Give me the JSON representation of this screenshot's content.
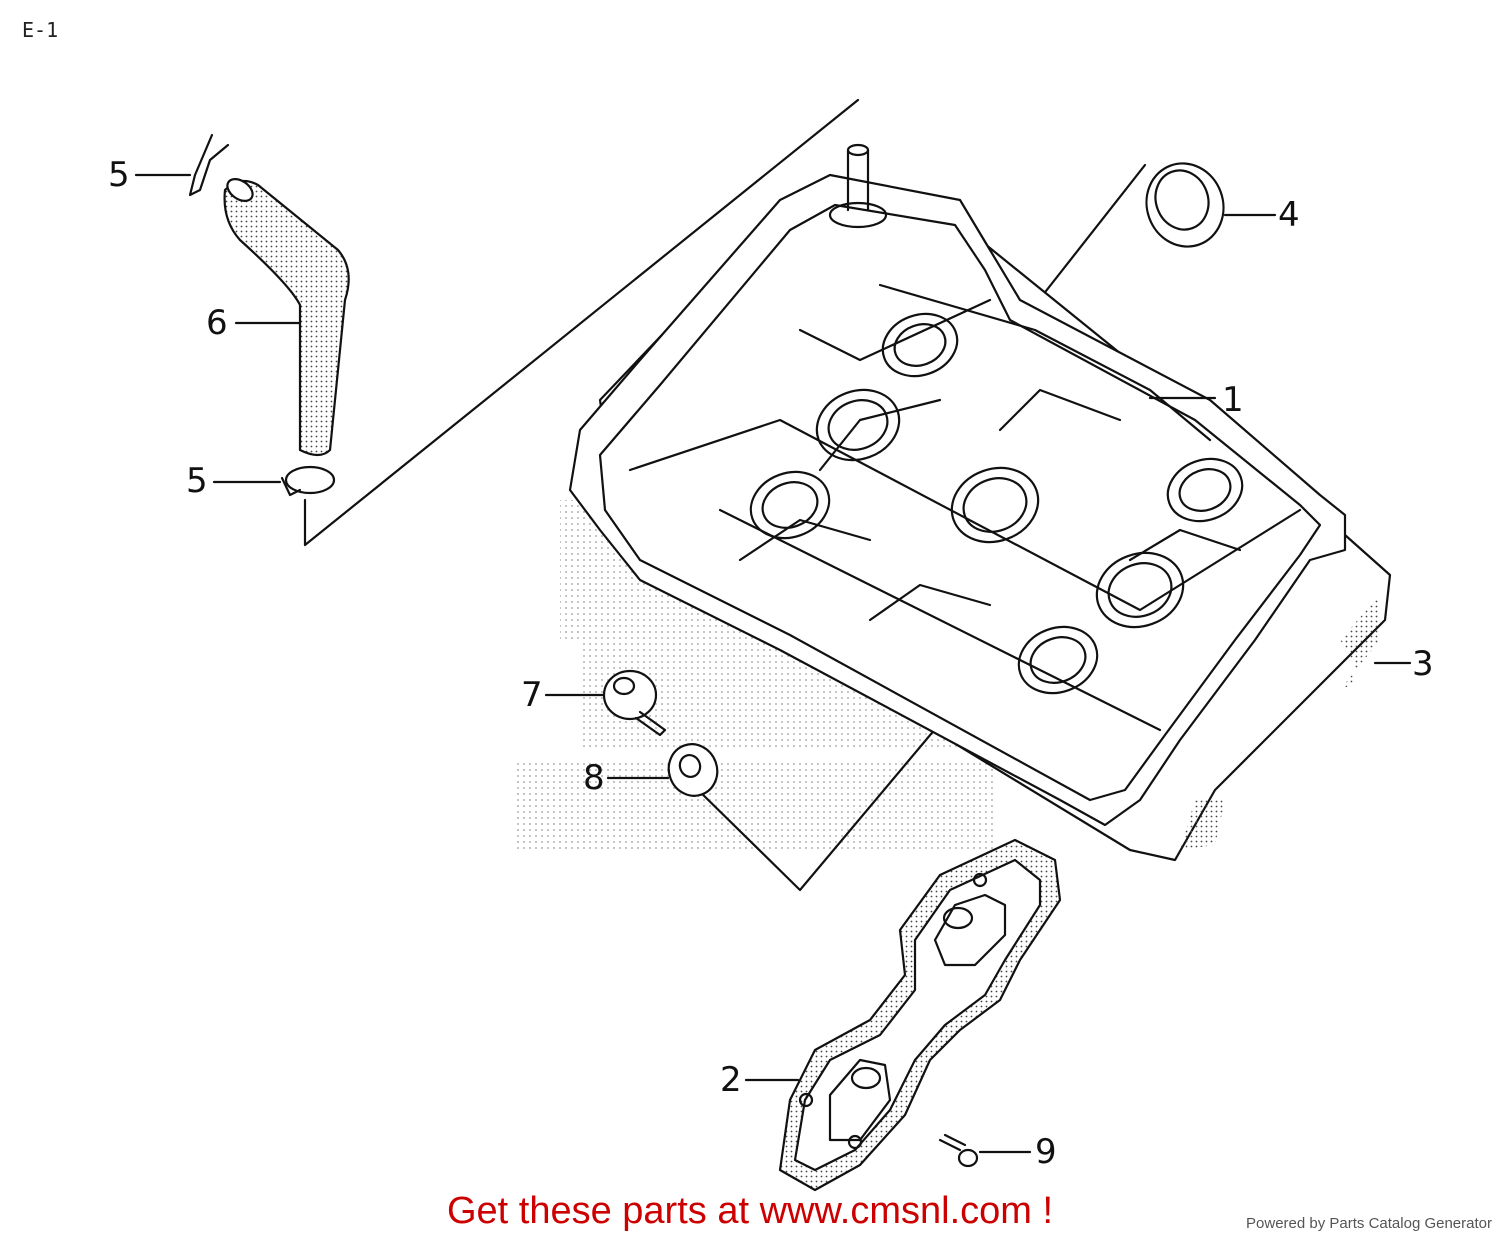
{
  "diagram": {
    "title": "E-1",
    "callouts": [
      "1",
      "2",
      "3",
      "4",
      "5",
      "5",
      "6",
      "7",
      "8",
      "9"
    ]
  },
  "footer": {
    "promo": "Get these parts at www.cmsnl.com !",
    "powered_by": "Powered by Parts Catalog Generator"
  },
  "colors": {
    "promo": "#cc0000",
    "line": "#111111",
    "watermark": "#bdbdbd"
  }
}
